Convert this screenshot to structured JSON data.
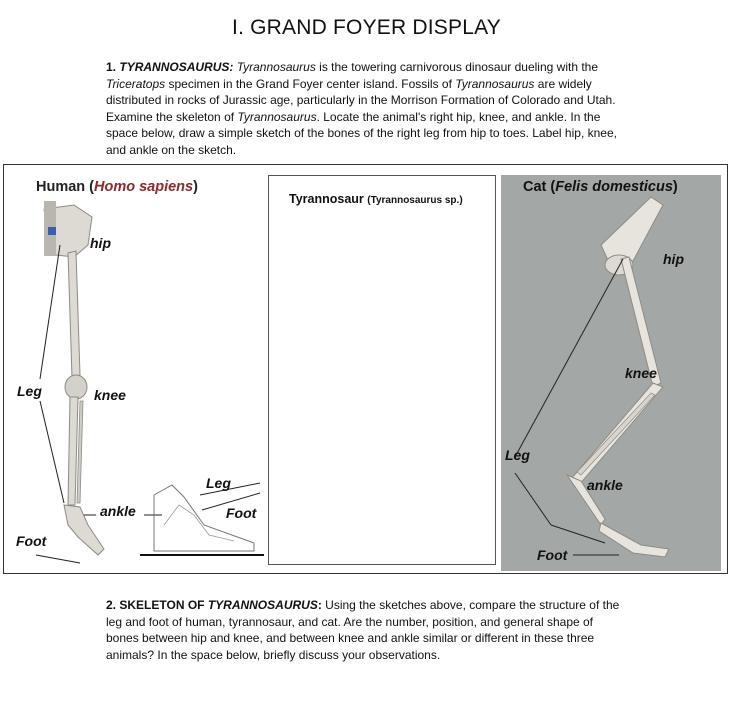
{
  "page_title": "I.  GRAND FOYER DISPLAY",
  "section1": {
    "number": "1.",
    "genus": "TYRANNOSAURUS:",
    "t1": " Tyrannosaurus",
    "t2": " is the towering carnivorous dinosaur dueling with the ",
    "t3": "Triceratops",
    "t4": " specimen in the Grand Foyer center island. Fossils of ",
    "t5": "Tyrannosaurus",
    "t6": " are widely distributed in rocks of Jurassic age, particularly in the Morrison Formation of Colorado and Utah. Examine the skeleton of ",
    "t7": "Tyrannosaurus",
    "t8": ". Locate the animal's right hip, knee, and ankle. In the space below, draw a simple sketch of the bones of the right leg from hip to toes. Label hip, knee, and ankle on the sketch."
  },
  "figure": {
    "human": {
      "title_common": "Human (",
      "title_species": "Homo sapiens",
      "title_close": ")",
      "hip": "hip",
      "knee": "knee",
      "leg": "Leg",
      "ankle": "ankle",
      "foot": "Foot",
      "inset_leg": "Leg",
      "inset_foot": "Foot"
    },
    "tyrannosaur": {
      "title_common": "Tyrannosaur ",
      "title_species": "(Tyrannosaurus sp.)"
    },
    "cat": {
      "title_common": "Cat (",
      "title_species": "Felis domesticus",
      "title_close": ")",
      "hip": "hip",
      "knee": "knee",
      "leg": "Leg",
      "ankle": "ankle",
      "foot": "Foot"
    }
  },
  "section2": {
    "number": "2.",
    "heading": "SKELETON OF ",
    "heading_genus": "TYRANNOSAURUS",
    "colon": ":",
    "text": " Using the sketches above, compare the structure of the leg and foot of human, tyrannosaur, and cat. Are the number, position, and general shape of bones between hip and knee, and between knee and ankle similar or different in these three animals? In the space below, briefly discuss your observations."
  },
  "colors": {
    "cat_background": "#a3a8a6",
    "bone": "#dcdad2",
    "human_species": "#8a2a2a"
  }
}
